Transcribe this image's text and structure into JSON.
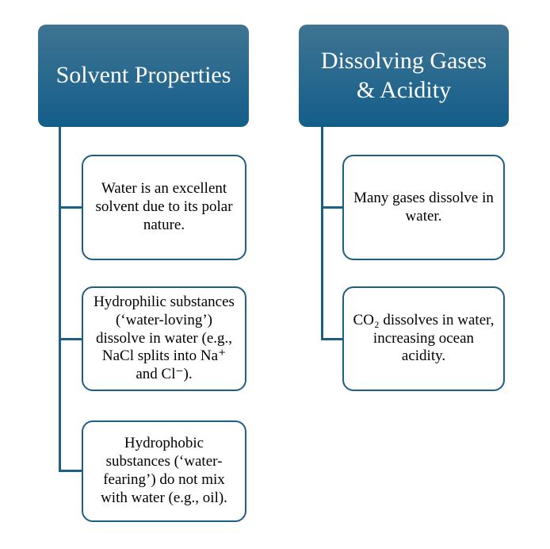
{
  "diagram": {
    "type": "hierarchy-list",
    "colors": {
      "header_gradient_top": "#3f7492",
      "header_gradient_bottom": "#135e8a",
      "box_border": "#1e5f84",
      "connector": "#1e5f84",
      "header_text": "#ffffff",
      "body_text": "#000000",
      "background": "#ffffff"
    },
    "columns": [
      {
        "title": "Solvent Properties",
        "items": [
          "Water is an excellent solvent due to its polar nature.",
          "Hydrophilic substances (‘water-loving’) dissolve in water (e.g., NaCl splits into Na⁺ and Cl⁻).",
          "Hydrophobic substances (‘water-fearing’) do not mix with water (e.g., oil)."
        ]
      },
      {
        "title": "Dissolving Gases & Acidity",
        "items": [
          "Many gases dissolve in water.",
          "CO₂ dissolves in water, increasing ocean acidity."
        ]
      }
    ]
  }
}
